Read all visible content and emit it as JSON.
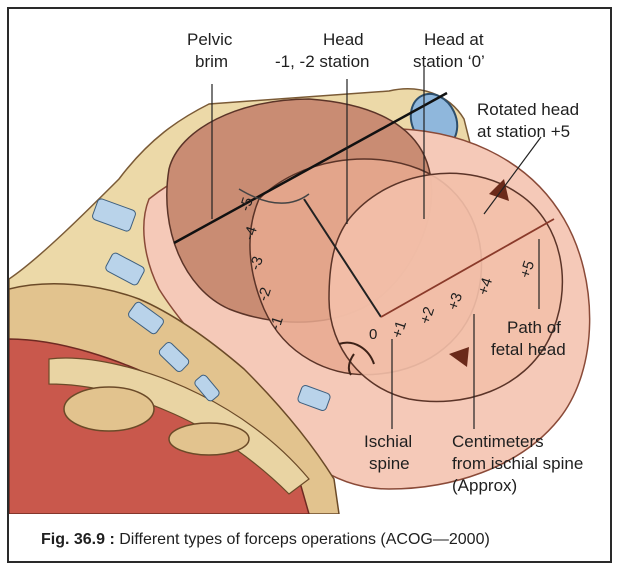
{
  "labels": {
    "pelvic_brim": [
      "Pelvic",
      "brim"
    ],
    "head_station": [
      "Head",
      "-1, -2 station"
    ],
    "head_zero": [
      "Head at",
      "station ‘0’"
    ],
    "rotated_head": [
      "Rotated head",
      "at station +5"
    ],
    "path": [
      "Path of",
      "fetal head"
    ],
    "ischial": [
      "Ischial",
      "spine"
    ],
    "centimeters": [
      "Centimeters",
      "from ischial spine",
      "(Approx)"
    ]
  },
  "scale": {
    "negative": [
      "-5",
      "-4",
      "-3",
      "-2",
      "-1"
    ],
    "zero": "0",
    "positive": [
      "+1",
      "+2",
      "+3",
      "+4",
      "+5"
    ]
  },
  "caption": {
    "number": "Fig. 36.9 :",
    "text": " Different types of forceps operations (ACOG—2000)"
  },
  "colors": {
    "bone": "#ecd9a8",
    "flesh": "#e9a98f",
    "fetal_head": "#c98c73",
    "muscle": "#c9584c",
    "cartilage": "#a9c8e6"
  }
}
